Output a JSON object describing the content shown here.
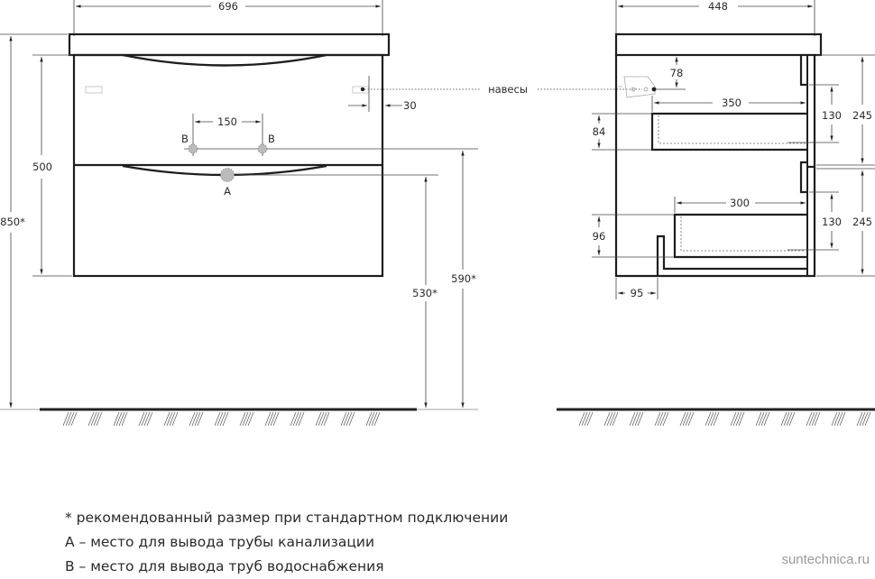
{
  "front_view": {
    "width_label": "696",
    "body_height_label": "500",
    "total_height_label": "850*",
    "drain_height_label": "530*",
    "supply_height_label": "590*",
    "supply_spacing_label": "150",
    "hanger_offset_label": "30",
    "supply_marker_left": "B",
    "supply_marker_right": "B",
    "drain_marker": "A",
    "hangers_label": "навесы"
  },
  "side_view": {
    "depth_label": "448",
    "hanger_depth_label": "78",
    "upper_drawer_length_label": "350",
    "lower_drawer_length_label": "300",
    "upper_drawer_height_label": "84",
    "lower_drawer_height_label": "96",
    "upper_inner_height_label": "130",
    "lower_inner_height_label": "130",
    "upper_front_height_label": "245",
    "lower_front_height_label": "245",
    "plinth_offset_label": "95"
  },
  "notes": [
    "* рекомендованный размер при стандартном подключении",
    "A – место для вывода трубы канализации",
    "B – место для вывода труб водоснабжения"
  ],
  "watermark": "suntechnica.ru"
}
